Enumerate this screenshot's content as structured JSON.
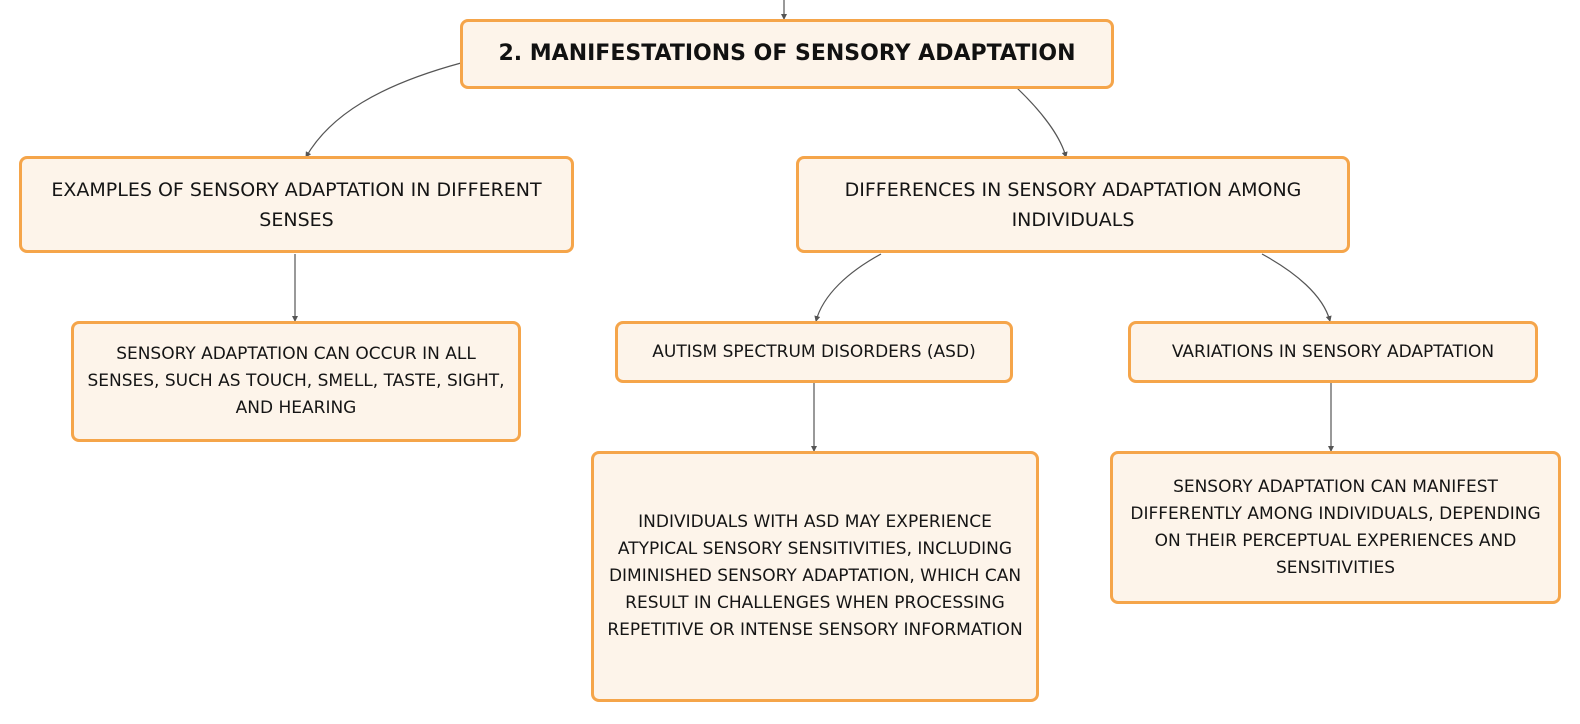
{
  "diagram": {
    "root": {
      "text": "2. MANIFESTATIONS OF SENSORY ADAPTATION"
    },
    "nodes": {
      "examples": {
        "text": "EXAMPLES OF SENSORY ADAPTATION IN DIFFERENT SENSES"
      },
      "examples_detail": {
        "text": "SENSORY ADAPTATION CAN OCCUR IN ALL SENSES, SUCH AS TOUCH, SMELL, TASTE, SIGHT, AND HEARING"
      },
      "differences": {
        "text": "DIFFERENCES IN SENSORY ADAPTATION AMONG INDIVIDUALS"
      },
      "asd": {
        "text": "AUTISM SPECTRUM DISORDERS (ASD)"
      },
      "asd_detail": {
        "text": "INDIVIDUALS WITH ASD MAY EXPERIENCE ATYPICAL SENSORY SENSITIVITIES, INCLUDING DIMINISHED SENSORY ADAPTATION, WHICH CAN RESULT IN CHALLENGES WHEN PROCESSING REPETITIVE OR INTENSE SENSORY INFORMATION"
      },
      "variations": {
        "text": "VARIATIONS IN SENSORY ADAPTATION"
      },
      "variations_detail": {
        "text": "SENSORY ADAPTATION CAN MANIFEST DIFFERENTLY AMONG INDIVIDUALS, DEPENDING ON THEIR PERCEPTUAL EXPERIENCES AND SENSITIVITIES"
      }
    },
    "colors": {
      "node_fill": "#fdf4ea",
      "node_border": "#f5a54a",
      "connector": "#555555",
      "text": "#151515"
    }
  }
}
